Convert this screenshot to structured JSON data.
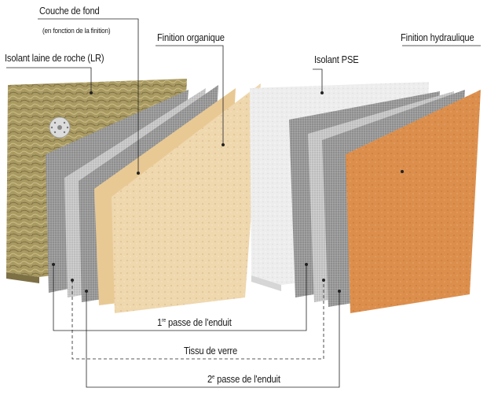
{
  "colors": {
    "rock_wool": "#a99a62",
    "eps": "#ececec",
    "mesh": "#9a9a9a",
    "organic_finish": "#efd7ae",
    "hydraulic_finish": "#dc8f4d",
    "leader_line": "#222222"
  },
  "icons": {
    "dowel": "insulation-dowel-icon"
  },
  "labels": {
    "couche_de_fond": "Couche de fond",
    "couche_de_fond_note": "(en fonction de la finition)",
    "isolant_lr": "Isolant laine de roche (LR)",
    "finition_organique": "Finition organique",
    "isolant_pse": "Isolant PSE",
    "finition_hydraulique": "Finition hydraulique",
    "premiere_passe_num": "1",
    "premiere_passe_sup": "re",
    "premiere_passe_text": " passe de l'enduit",
    "tissu_de_verre": "Tissu de verre",
    "deuxieme_passe_num": "2",
    "deuxieme_passe_sup": "e",
    "deuxieme_passe_text": " passe de l'enduit"
  }
}
